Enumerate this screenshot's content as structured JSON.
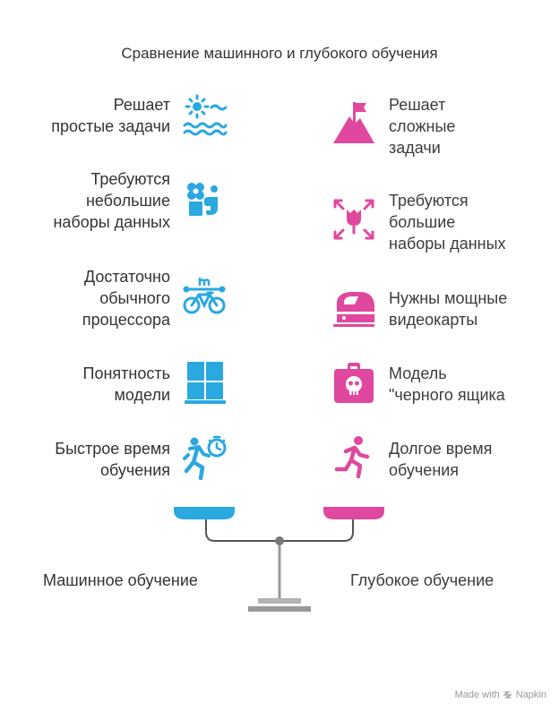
{
  "title": "Сравнение машинного и глубокого обучения",
  "colors": {
    "ml": "#2aa8e0",
    "dl": "#e0479e",
    "beam": "#555555",
    "base": "#999999"
  },
  "ml": {
    "label": "Машинное обучение",
    "items": [
      {
        "text": "Решает\nпростые задачи",
        "icon": "sun-waves-icon"
      },
      {
        "text": "Требуются\nнебольшие\nнаборы данных",
        "icon": "flower-hand-icon"
      },
      {
        "text": "Достаточно\nобычного\nпроцессора",
        "icon": "bicycle-icon"
      },
      {
        "text": "Понятность\nмодели",
        "icon": "window-icon"
      },
      {
        "text": "Быстрое время\nобучения",
        "icon": "runner-stopwatch-icon"
      }
    ]
  },
  "dl": {
    "label": "Глубокое обучение",
    "items": [
      {
        "text": "Решает\nсложные\nзадачи",
        "icon": "mountain-flag-icon"
      },
      {
        "text": "Требуются\nбольшие\nнаборы данных",
        "icon": "expand-arrows-icon"
      },
      {
        "text": "Нужны мощные\nвидеокарты",
        "icon": "high-speed-train-icon"
      },
      {
        "text": "Модель\n\"черного ящика",
        "icon": "skull-case-icon"
      },
      {
        "text": "Долгое время\nобучения",
        "icon": "running-person-icon"
      }
    ]
  },
  "brand": {
    "made_with": "Made with",
    "name": "Napkin"
  }
}
